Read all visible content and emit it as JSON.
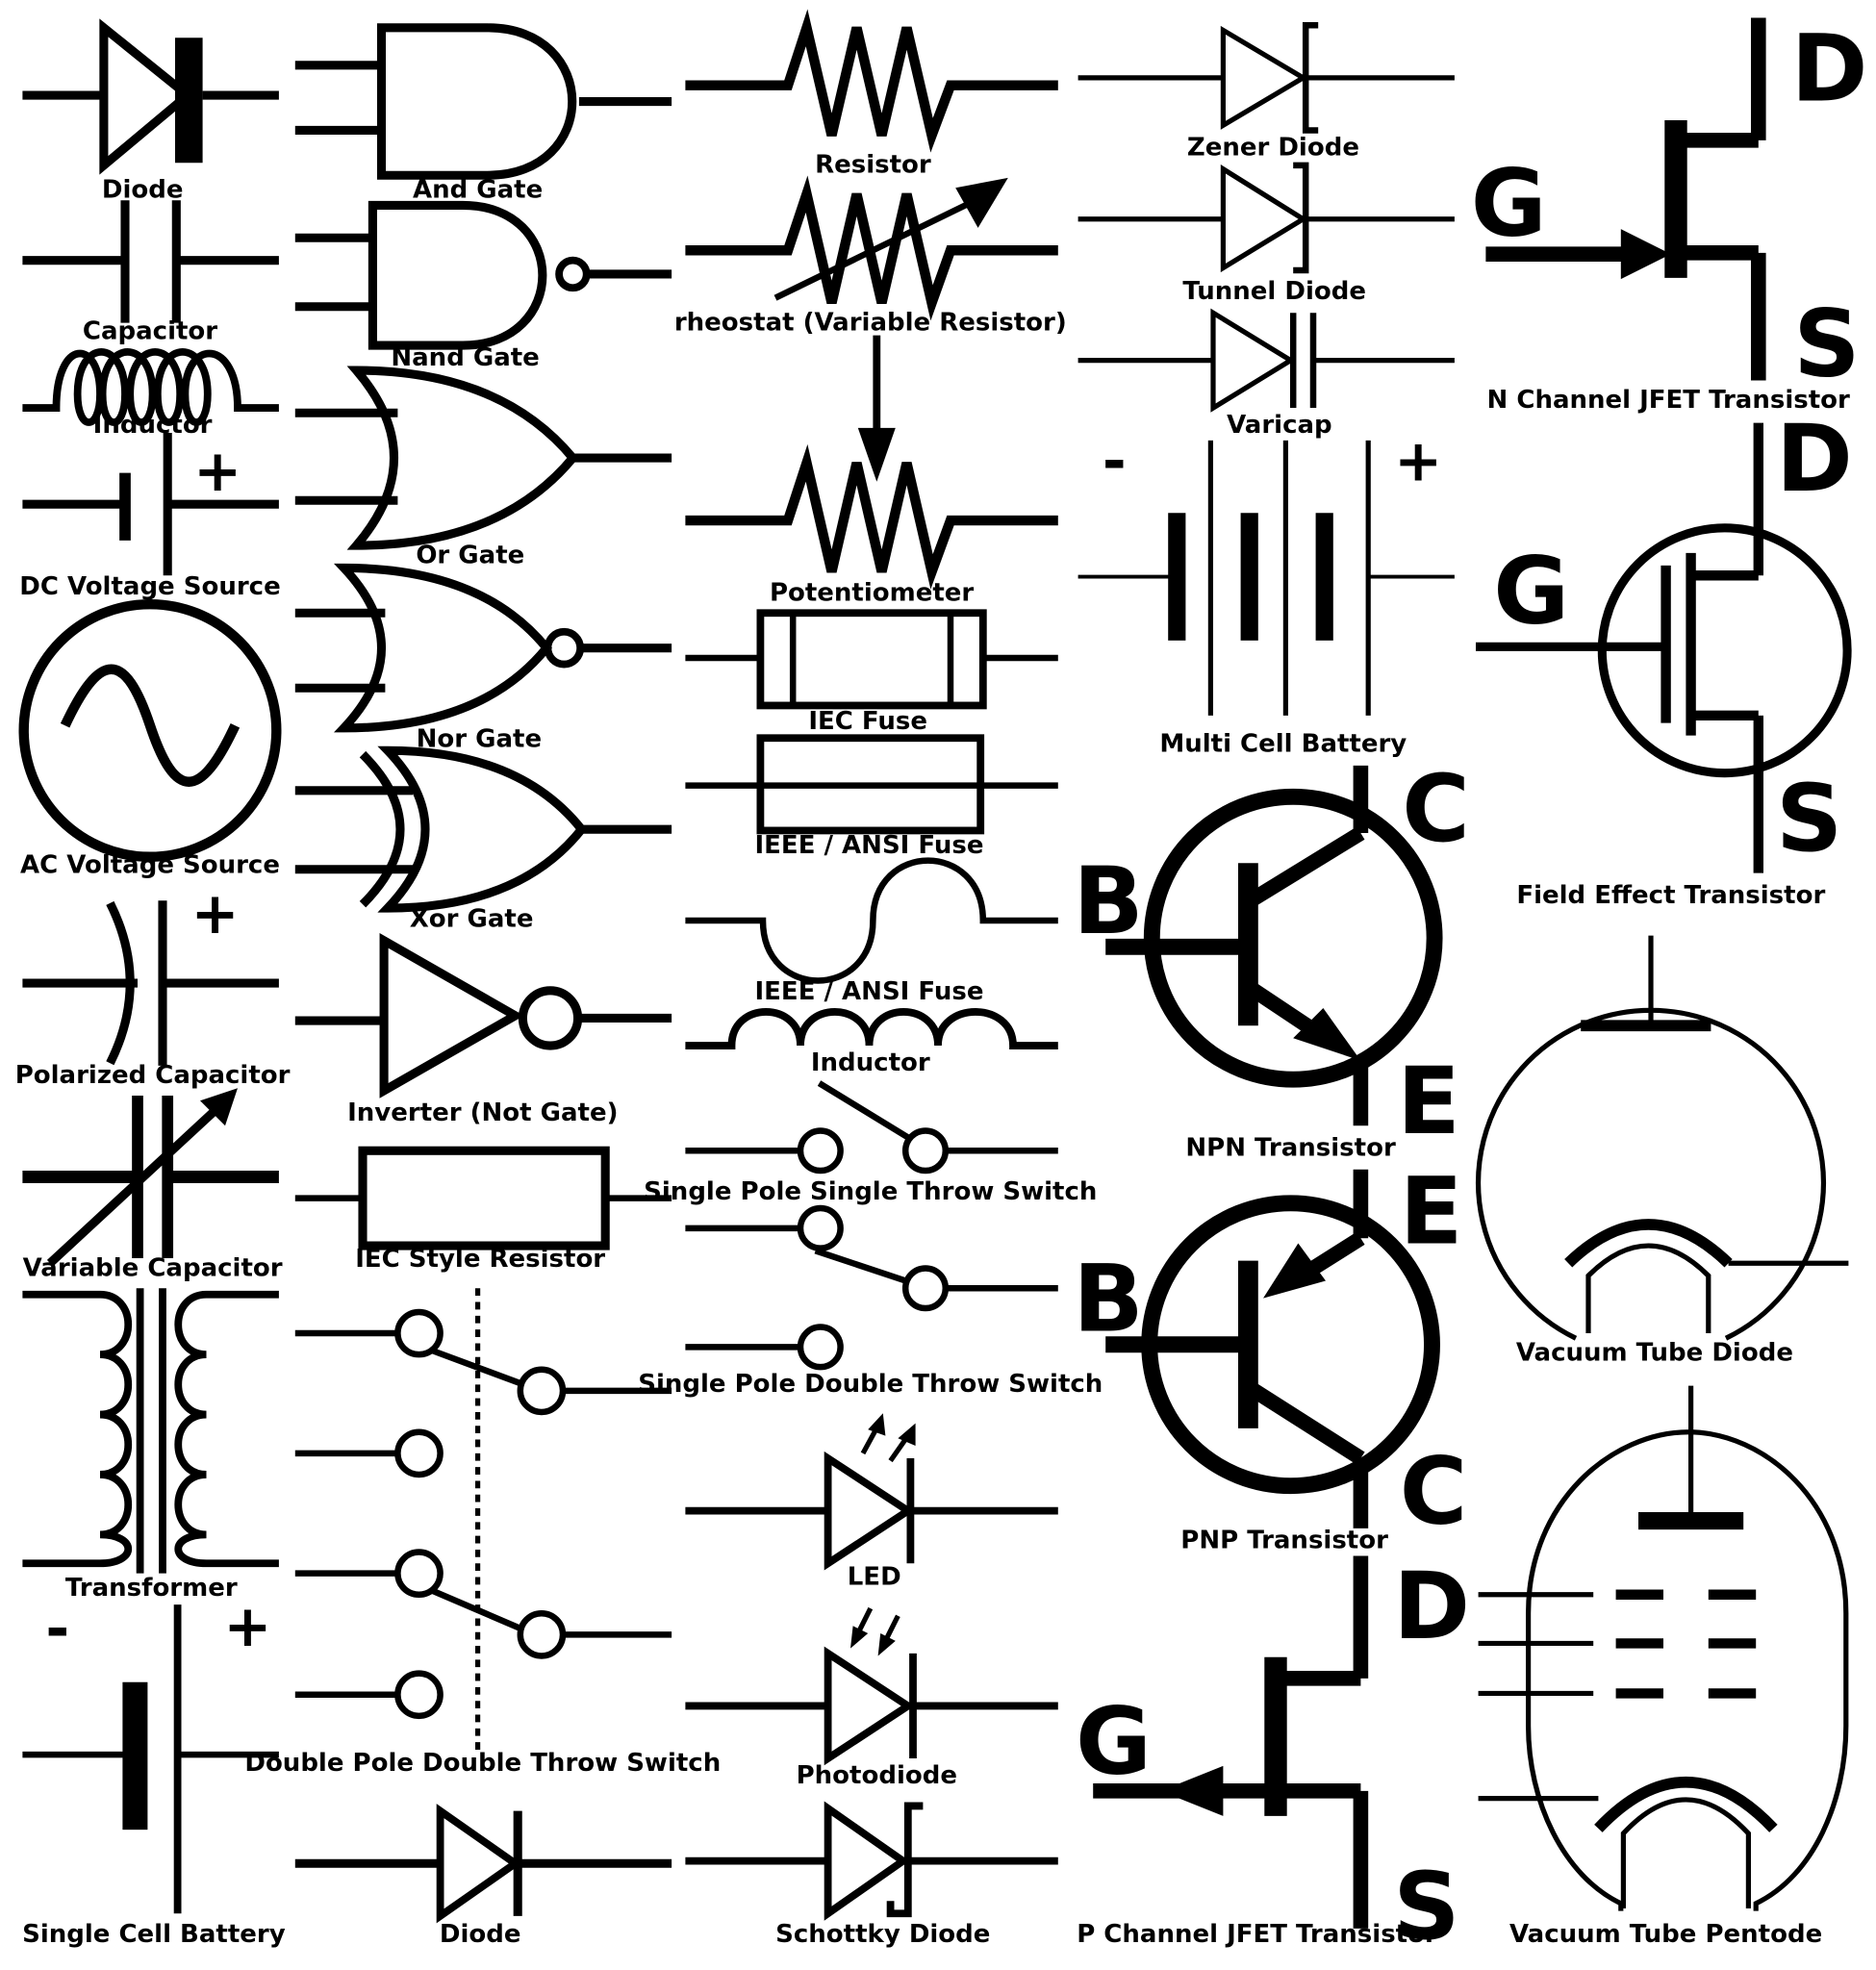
{
  "labels": {
    "diode": "Diode",
    "and_gate": "And Gate",
    "resistor": "Resistor",
    "zener_diode": "Zener Diode",
    "capacitor": "Capacitor",
    "nand_gate": "Nand Gate",
    "rheostat": "rheostat (Variable Resistor)",
    "tunnel_diode": "Tunnel Diode",
    "inductor_1": "Inductor",
    "varicap": "Varicap",
    "n_channel_jfet": "N Channel JFET Transistor",
    "dc_voltage_source": "DC Voltage Source",
    "or_gate": "Or Gate",
    "potentiometer": "Potentiometer",
    "nor_gate": "Nor Gate",
    "iec_fuse": "IEC Fuse",
    "multi_cell_battery": "Multi Cell Battery",
    "ac_voltage_source": "AC Voltage Source",
    "xor_gate": "Xor Gate",
    "ieee_ansi_fuse_1": "IEEE / ANSI Fuse",
    "field_effect_transistor": "Field Effect Transistor",
    "ieee_ansi_fuse_2": "IEEE / ANSI Fuse",
    "polarized_capacitor": "Polarized Capacitor",
    "inductor_2": "Inductor",
    "inverter": "Inverter (Not Gate)",
    "npn_transistor": "NPN Transistor",
    "spst_switch": "Single Pole Single Throw Switch",
    "variable_capacitor": "Variable Capacitor",
    "iec_style_resistor": "IEC Style Resistor",
    "vacuum_tube_diode": "Vacuum Tube Diode",
    "spdt_switch": "Single Pole Double Throw Switch",
    "transformer": "Transformer",
    "led": "LED",
    "pnp_transistor": "PNP Transistor",
    "dpdt_switch": "Double Pole Double Throw Switch",
    "photodiode": "Photodiode",
    "single_cell_battery": "Single Cell Battery",
    "diode_2": "Diode",
    "schottky_diode": "Schottky Diode",
    "p_channel_jfet": "P Channel JFET Transistor",
    "vacuum_tube_pentode": "Vacuum Tube Pentode"
  },
  "pins": {
    "drain": "D",
    "gate": "G",
    "source": "S",
    "collector": "C",
    "base": "B",
    "emitter": "E"
  },
  "signs": {
    "plus": "+",
    "minus": "-"
  }
}
